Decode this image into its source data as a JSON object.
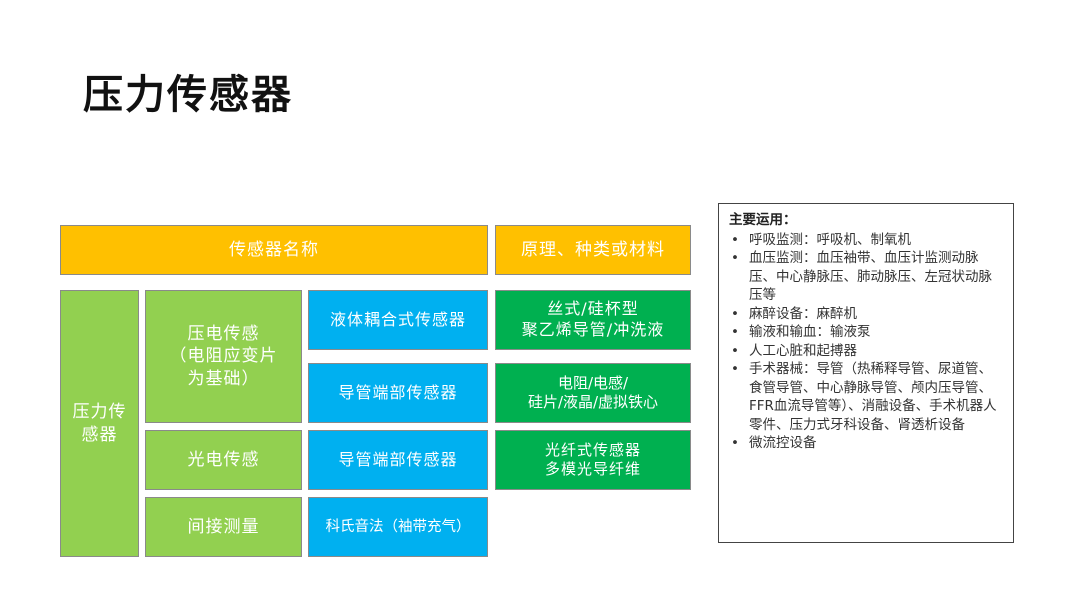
{
  "title": "压力传感器",
  "header": {
    "name": "传感器名称",
    "principle": "原理、种类或材料"
  },
  "category": "压力传 感器",
  "types": {
    "piezo": [
      "压电传感",
      "（电阻应变片",
      "为基础）"
    ],
    "photo": "光电传感",
    "indirect": "间接测量"
  },
  "sensors": {
    "liquid": "液体耦合式传感器",
    "tip1": "导管端部传感器",
    "tip2": "导管端部传感器",
    "korotkoff": "科氏音法（袖带充气）"
  },
  "materials": {
    "m1": [
      "丝式/硅杯型",
      "聚乙烯导管/冲洗液"
    ],
    "m2": [
      "电阻/电感/",
      "硅片/液晶/虚拟铁心"
    ],
    "m3": [
      "光纤式传感器",
      "多模光导纤维"
    ]
  },
  "applications": {
    "heading": "主要运用：",
    "items": [
      "呼吸监测：呼吸机、制氧机",
      "血压监测：血压袖带、血压计监测动脉压、中心静脉压、肺动脉压、左冠状动脉压等",
      "麻醉设备：麻醉机",
      "输液和输血：输液泵",
      "人工心脏和起搏器",
      "手术器械：导管（热稀释导管、尿道管、食管导管、中心静脉导管、颅内压导管、FFR血流导管等）、消融设备、手术机器人零件、压力式牙科设备、肾透析设备",
      "微流控设备"
    ]
  },
  "colors": {
    "orange": "#ffc000",
    "light_green": "#92d050",
    "blue": "#00b0f0",
    "dark_green": "#00b050"
  }
}
